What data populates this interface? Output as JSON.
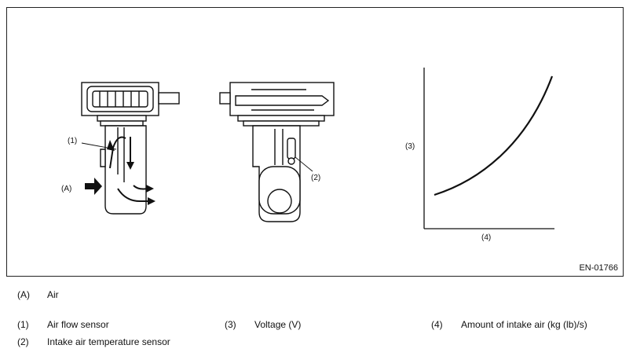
{
  "figure": {
    "code": "EN-01766",
    "callouts": {
      "c1": "(1)",
      "cA": "(A)",
      "c2": "(2)",
      "c3": "(3)",
      "c4": "(4)"
    }
  },
  "legend": [
    {
      "key": "(A)",
      "text": "Air"
    },
    {
      "key": "(1)",
      "text": "Air flow sensor"
    },
    {
      "key": "(3)",
      "text": "Voltage (V)"
    },
    {
      "key": "(4)",
      "text": "Amount of intake air (kg (lb)/s)"
    },
    {
      "key": "(2)",
      "text": "Intake air temperature sensor"
    }
  ]
}
